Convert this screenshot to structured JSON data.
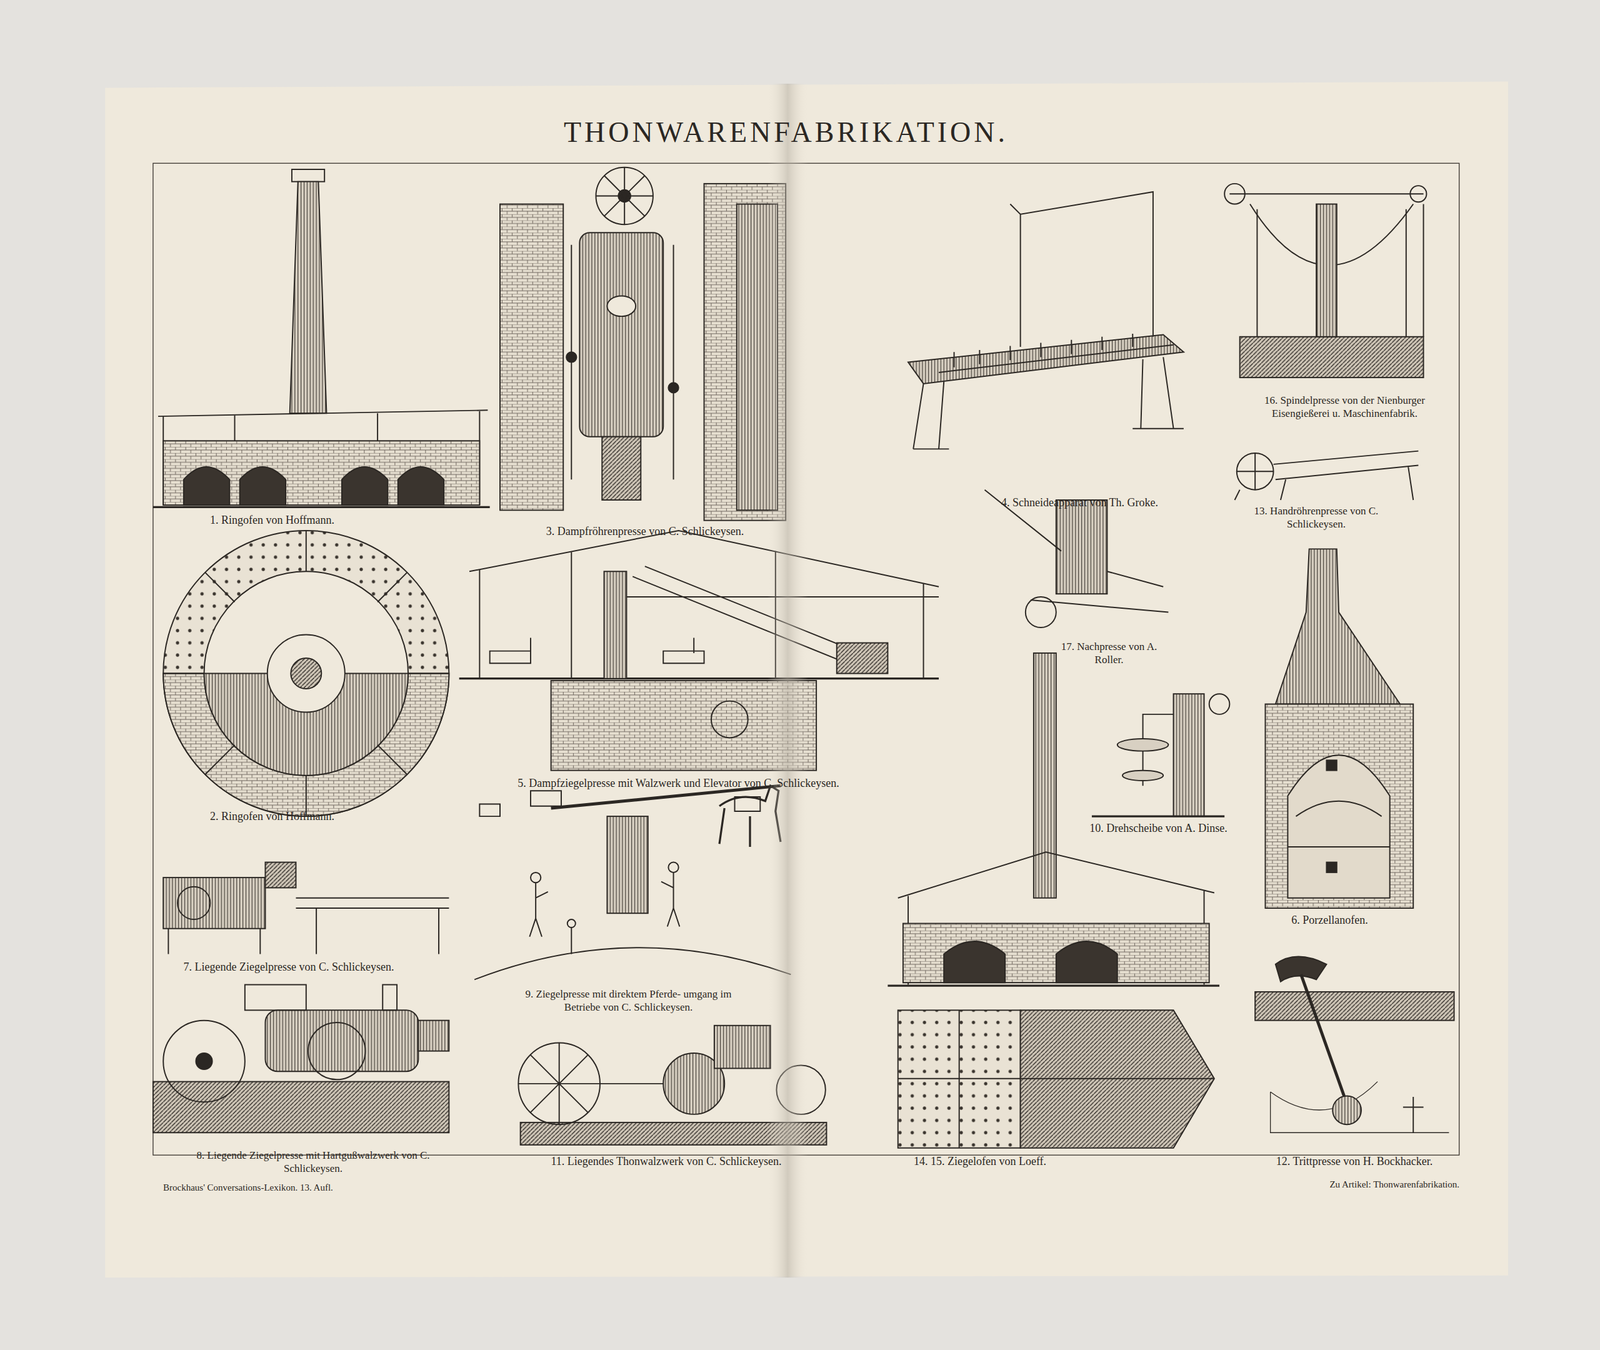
{
  "diagram": {
    "title": "THONWARENFABRIKATION.",
    "labels": [
      "1. Ringofen von Hoffmann.",
      "3. Dampfröhrenpresse von C. Schlickeysen.",
      "4. Schneideapparat von Th. Groke.",
      "16. Spindelpresse von der Nienburger Eisengießerei u. Maschinenfabrik.",
      "13. Handröhrenpresse von C. Schlickeysen.",
      "2. Ringofen von Hoffmann.",
      "5. Dampfziegelpresse mit Walzwerk und Elevator von C. Schlickeysen.",
      "17. Nachpresse von A. Roller.",
      "10. Drehscheibe von A. Dinse.",
      "6. Porzellanofen.",
      "7. Liegende Ziegelpresse von C. Schlickeysen.",
      "9. Ziegelpresse mit direktem Pferde- umgang im Betriebe von C. Schlickeysen.",
      "8. Liegende Ziegelpresse mit Hartgußwalzwerk von C. Schlickeysen.",
      "11. Liegendes Thonwalzwerk von C. Schlickeysen.",
      "14. 15. Ziegelofen von Loeff.",
      "12. Trittpresse von H. Bockhacker.",
      "Brockhaus' Conversations-Lexikon. 13. Aufl.",
      "Zu Artikel: Thonwarenfabrikation."
    ]
  }
}
